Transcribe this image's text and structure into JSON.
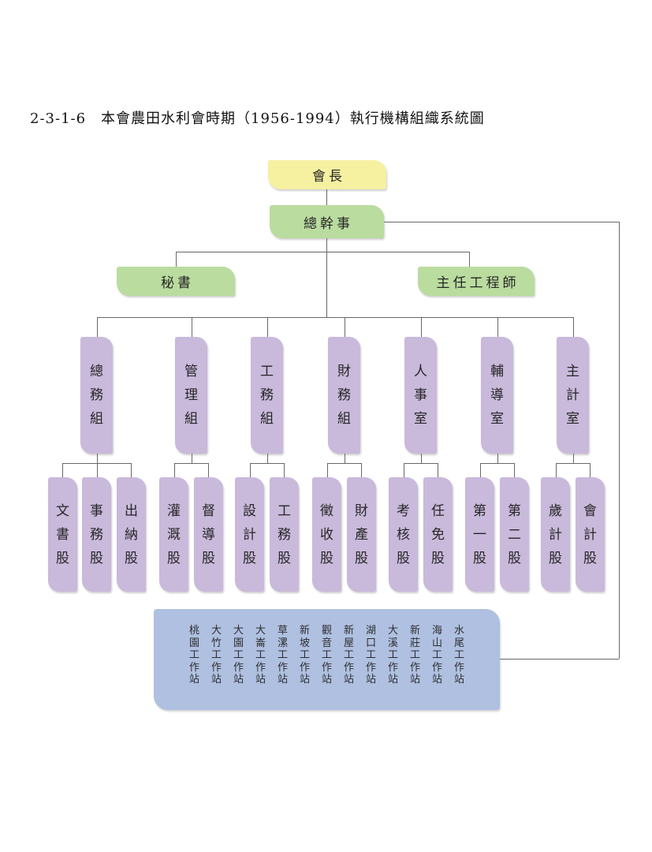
{
  "page": {
    "title": "2-3-1-6　本會農田水利會時期（1956-1994）執行機構組織系統圖"
  },
  "colors": {
    "box-yellow": "#F6F0A1",
    "box-green": "#BADC9F",
    "box-purple": "#C9B9DB",
    "box-blue": "#AFC0E1",
    "line": "#686868",
    "text": "#262626"
  },
  "org": {
    "chairman": "會長",
    "general_director": "總幹事",
    "staff": [
      {
        "label": "秘書"
      },
      {
        "label": "主任工程師"
      }
    ],
    "departments": [
      {
        "label": "總務組",
        "children": [
          "文書股",
          "事務股",
          "出納股"
        ]
      },
      {
        "label": "管理組",
        "children": [
          "灌溉股",
          "督導股"
        ]
      },
      {
        "label": "工務組",
        "children": [
          "設計股",
          "工務股"
        ]
      },
      {
        "label": "財務組",
        "children": [
          "徵收股",
          "財產股"
        ]
      },
      {
        "label": "人事室",
        "children": [
          "考核股",
          "任免股"
        ]
      },
      {
        "label": "輔導室",
        "children": [
          "第一股",
          "第二股"
        ]
      },
      {
        "label": "主計室",
        "children": [
          "歲計股",
          "會計股"
        ]
      }
    ],
    "workstations": [
      "桃園工作站",
      "大竹工作站",
      "大園工作站",
      "大崙工作站",
      "草漯工作站",
      "新坡工作站",
      "觀音工作站",
      "新屋工作站",
      "湖口工作站",
      "大溪工作站",
      "新莊工作站",
      "海山工作站",
      "水尾工作站"
    ]
  }
}
